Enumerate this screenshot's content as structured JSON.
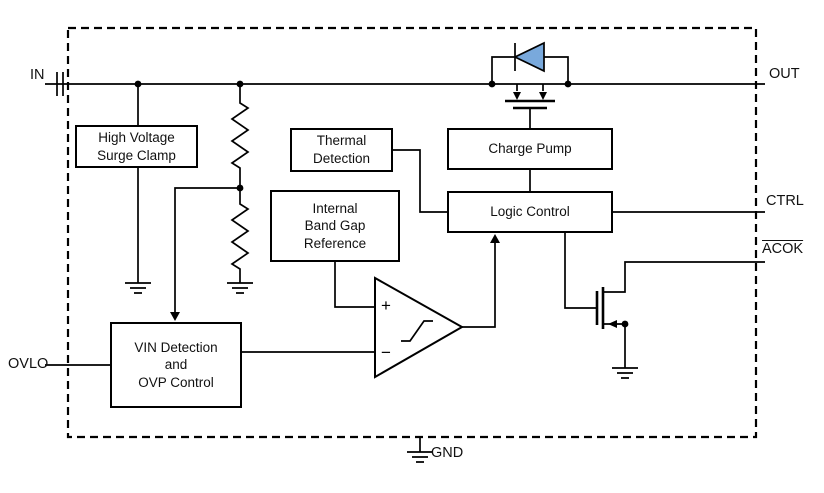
{
  "pins": {
    "in": "IN",
    "out": "OUT",
    "ctrl": "CTRL",
    "acok": "ACOK",
    "ovlo": "OVLO",
    "gnd": "GND"
  },
  "blocks": {
    "surge_clamp": {
      "lines": [
        "High Voltage",
        "Surge Clamp"
      ]
    },
    "thermal": {
      "lines": [
        "Thermal",
        "Detection"
      ]
    },
    "charge_pump": {
      "lines": [
        "Charge Pump"
      ]
    },
    "logic_control": {
      "lines": [
        "Logic Control"
      ]
    },
    "band_gap": {
      "lines": [
        "Internal",
        "Band Gap",
        "Reference"
      ]
    },
    "vin_detection": {
      "lines": [
        "VIN Detection",
        "and",
        "OVP Control"
      ]
    }
  },
  "comparator": {
    "plus_label": "+",
    "minus_label": "−"
  },
  "colors": {
    "wire": "#000000",
    "diode_fill": "#79a9dc",
    "background": "#ffffff"
  }
}
